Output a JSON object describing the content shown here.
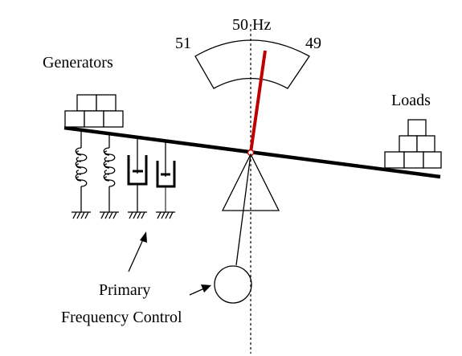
{
  "meter": {
    "center_label": "50 Hz",
    "left_label": "51",
    "right_label": "49"
  },
  "labels": {
    "generators": "Generators",
    "loads": "Loads",
    "control_line1": "Primary",
    "control_line2": "Frequency Control"
  },
  "colors": {
    "needle": "#c00000",
    "ink": "#000000"
  }
}
